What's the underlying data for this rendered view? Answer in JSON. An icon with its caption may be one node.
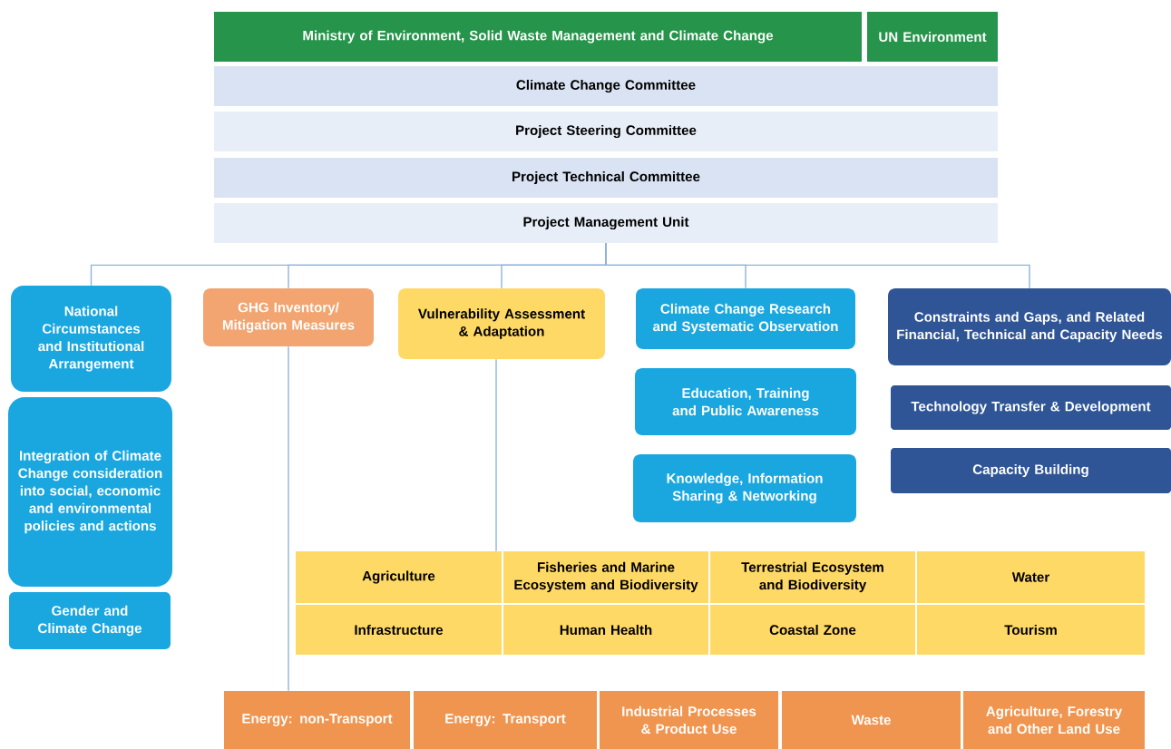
{
  "diagram": {
    "nodes": [
      {
        "text": [
          "Ministry of Environment, Solid Waste Management and Climate Change"
        ]
      },
      {
        "text": [
          "UN Environment"
        ]
      },
      {
        "text": [
          "Climate Change Committee"
        ]
      },
      {
        "text": [
          "Project Steering Committee"
        ]
      },
      {
        "text": [
          "Project Technical Committee"
        ]
      },
      {
        "text": [
          "Project Management Unit"
        ]
      },
      {
        "text": [
          "National Circumstances and Institutional Arrangement"
        ]
      },
      {
        "text": [
          "GHG Inventory/ Mitigation Measures"
        ]
      },
      {
        "text": [
          "Vulnerability Assessment & Adaptation"
        ]
      },
      {
        "text": [
          "Climate Change Research and Systematic Observation"
        ]
      },
      {
        "text": [
          "Constraints and Gaps, and Related Financial, Technical and Capacity Needs"
        ]
      },
      {
        "text": [
          "Integration of Climate Change consideration into social, economic and environmental policies and actions"
        ]
      },
      {
        "text": [
          "Education, Training and Public Awareness"
        ]
      },
      {
        "text": [
          "Technology Transfer & Development"
        ]
      },
      {
        "text": [
          "Knowledge, Information Sharing & Networking"
        ]
      },
      {
        "text": [
          "Capacity Building"
        ]
      },
      {
        "text": [
          "Gender and Climate Change"
        ]
      },
      {
        "text": [
          "Agriculture"
        ]
      },
      {
        "text": [
          "Fisheries and Marine Ecosystem and Biodiversity"
        ]
      },
      {
        "text": [
          "Terrestrial Ecosystem and Biodiversity"
        ]
      },
      {
        "text": [
          "Water"
        ]
      },
      {
        "text": [
          "Infrastructure"
        ]
      },
      {
        "text": [
          "Human Health"
        ]
      },
      {
        "text": [
          "Coastal Zone"
        ]
      },
      {
        "text": [
          "Tourism"
        ]
      },
      {
        "text": [
          "Energy: non-Transport"
        ]
      },
      {
        "text": [
          "Energy: Transport"
        ]
      },
      {
        "text": [
          "Industrial Processes & Product Use"
        ]
      },
      {
        "text": [
          "Waste"
        ]
      },
      {
        "text": [
          "Agriculture, Forestry and Other Land Use"
        ]
      }
    ],
    "edges": [
      {
        "from": 5,
        "to": 6,
        "arrow": "none"
      },
      {
        "from": 5,
        "to": 7,
        "arrow": "none"
      },
      {
        "from": 5,
        "to": 8,
        "arrow": "none"
      },
      {
        "from": 5,
        "to": 9,
        "arrow": "none"
      },
      {
        "from": 5,
        "to": 10,
        "arrow": "none"
      },
      {
        "from": 7,
        "to": 25,
        "arrow": "none"
      },
      {
        "from": 8,
        "to": 17,
        "arrow": "none"
      }
    ]
  }
}
